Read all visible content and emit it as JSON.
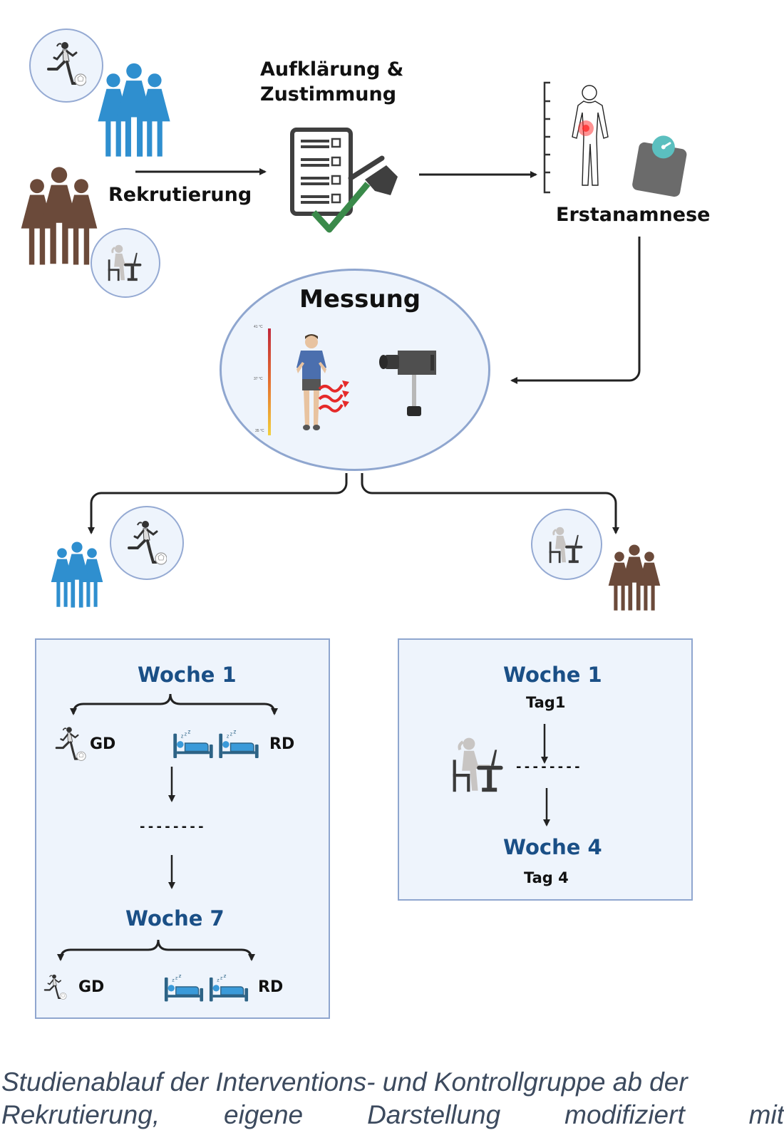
{
  "figure": {
    "steps": {
      "recruitment": "Rekrutierung",
      "consent_line1": "Aufklärung &",
      "consent_line2": "Zustimmung",
      "anamnesis": "Erstanamnese",
      "measurement": "Messung"
    },
    "thermo_scale": {
      "top": "41 °C",
      "mid": "37 °C",
      "bottom": "35 °C"
    },
    "groups": {
      "intervention_color": "#2f8fcf",
      "control_color": "#6b4a3a"
    },
    "intervention_panel": {
      "start_week": "Woche 1",
      "end_week": "Woche 7",
      "left_label": "GD",
      "right_label": "RD",
      "dots": "- - - - - - - -"
    },
    "control_panel": {
      "start_week": "Woche 1",
      "start_day": "Tag1",
      "end_week": "Woche 4",
      "end_day": "Tag 4",
      "dots": "- - - - - - - -"
    },
    "colors": {
      "week_label": "#1a4f86",
      "panel_bg": "#eef4fc",
      "panel_border": "#8fa6cf",
      "check_green": "#3a8a4a",
      "scale_teal": "#5bbfbf"
    }
  },
  "caption": {
    "line1": "Studienablauf der Interventions- und Kontrollgruppe ab der",
    "line2_words": [
      "Rekrutierung,",
      "eigene",
      "Darstellung",
      "modifiziert",
      "mit"
    ]
  }
}
